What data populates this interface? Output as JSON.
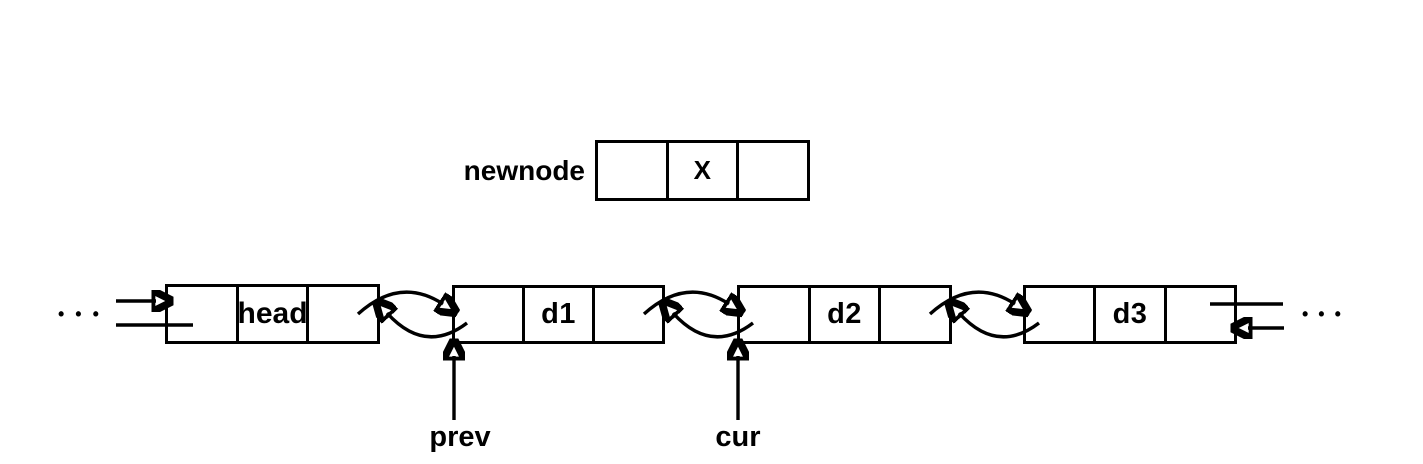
{
  "diagram": {
    "colors": {
      "ink": "#000000",
      "background": "#ffffff"
    },
    "newnode": {
      "label": "newnode",
      "cells": [
        "",
        "X",
        ""
      ]
    },
    "list": {
      "ellipsis_left": "•••",
      "ellipsis_right": "•••",
      "nodes": [
        {
          "name": "head",
          "cells": [
            "",
            "head",
            ""
          ]
        },
        {
          "name": "d1",
          "cells": [
            "",
            "d1",
            ""
          ]
        },
        {
          "name": "d2",
          "cells": [
            "",
            "d2",
            ""
          ]
        },
        {
          "name": "d3",
          "cells": [
            "",
            "d3",
            ""
          ]
        }
      ]
    },
    "pointers": {
      "prev": "prev",
      "cur": "cur"
    }
  }
}
